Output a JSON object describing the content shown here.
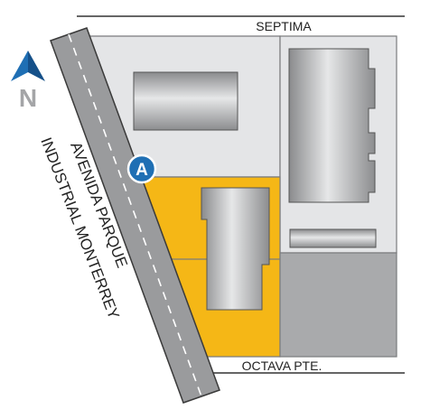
{
  "map": {
    "street_north": "SEPTIMA",
    "street_south": "OCTAVA PTE.",
    "avenue_line1": "AVENIDA PARQUE",
    "avenue_line2": "INDUSTRIAL MONTERREY",
    "marker_label": "A",
    "north_label": "N"
  },
  "colors": {
    "highlight_lot": "#f5b716",
    "lot_light": "#e4e5e7",
    "lot_dark": "#a9aaac",
    "road": "#9a9b9d",
    "marker": "#1f6fb4",
    "north_arrow": "#1f6fb4",
    "north_letter": "#a4a5a7"
  }
}
